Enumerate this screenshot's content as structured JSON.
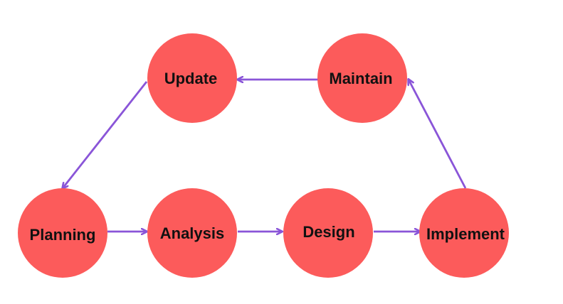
{
  "colors": {
    "node_fill": "#fc5b5b",
    "edge_stroke": "#8a55d8",
    "label_text": "#111111",
    "background": "#ffffff"
  },
  "nodes": [
    {
      "id": "update",
      "label": "Update"
    },
    {
      "id": "maintain",
      "label": "Maintain"
    },
    {
      "id": "planning",
      "label": "Planning"
    },
    {
      "id": "analysis",
      "label": "Analysis"
    },
    {
      "id": "design",
      "label": "Design"
    },
    {
      "id": "implement",
      "label": "Implement"
    }
  ],
  "edges": [
    {
      "from": "planning",
      "to": "analysis"
    },
    {
      "from": "analysis",
      "to": "design"
    },
    {
      "from": "design",
      "to": "implement"
    },
    {
      "from": "implement",
      "to": "maintain"
    },
    {
      "from": "maintain",
      "to": "update"
    },
    {
      "from": "update",
      "to": "planning"
    }
  ]
}
